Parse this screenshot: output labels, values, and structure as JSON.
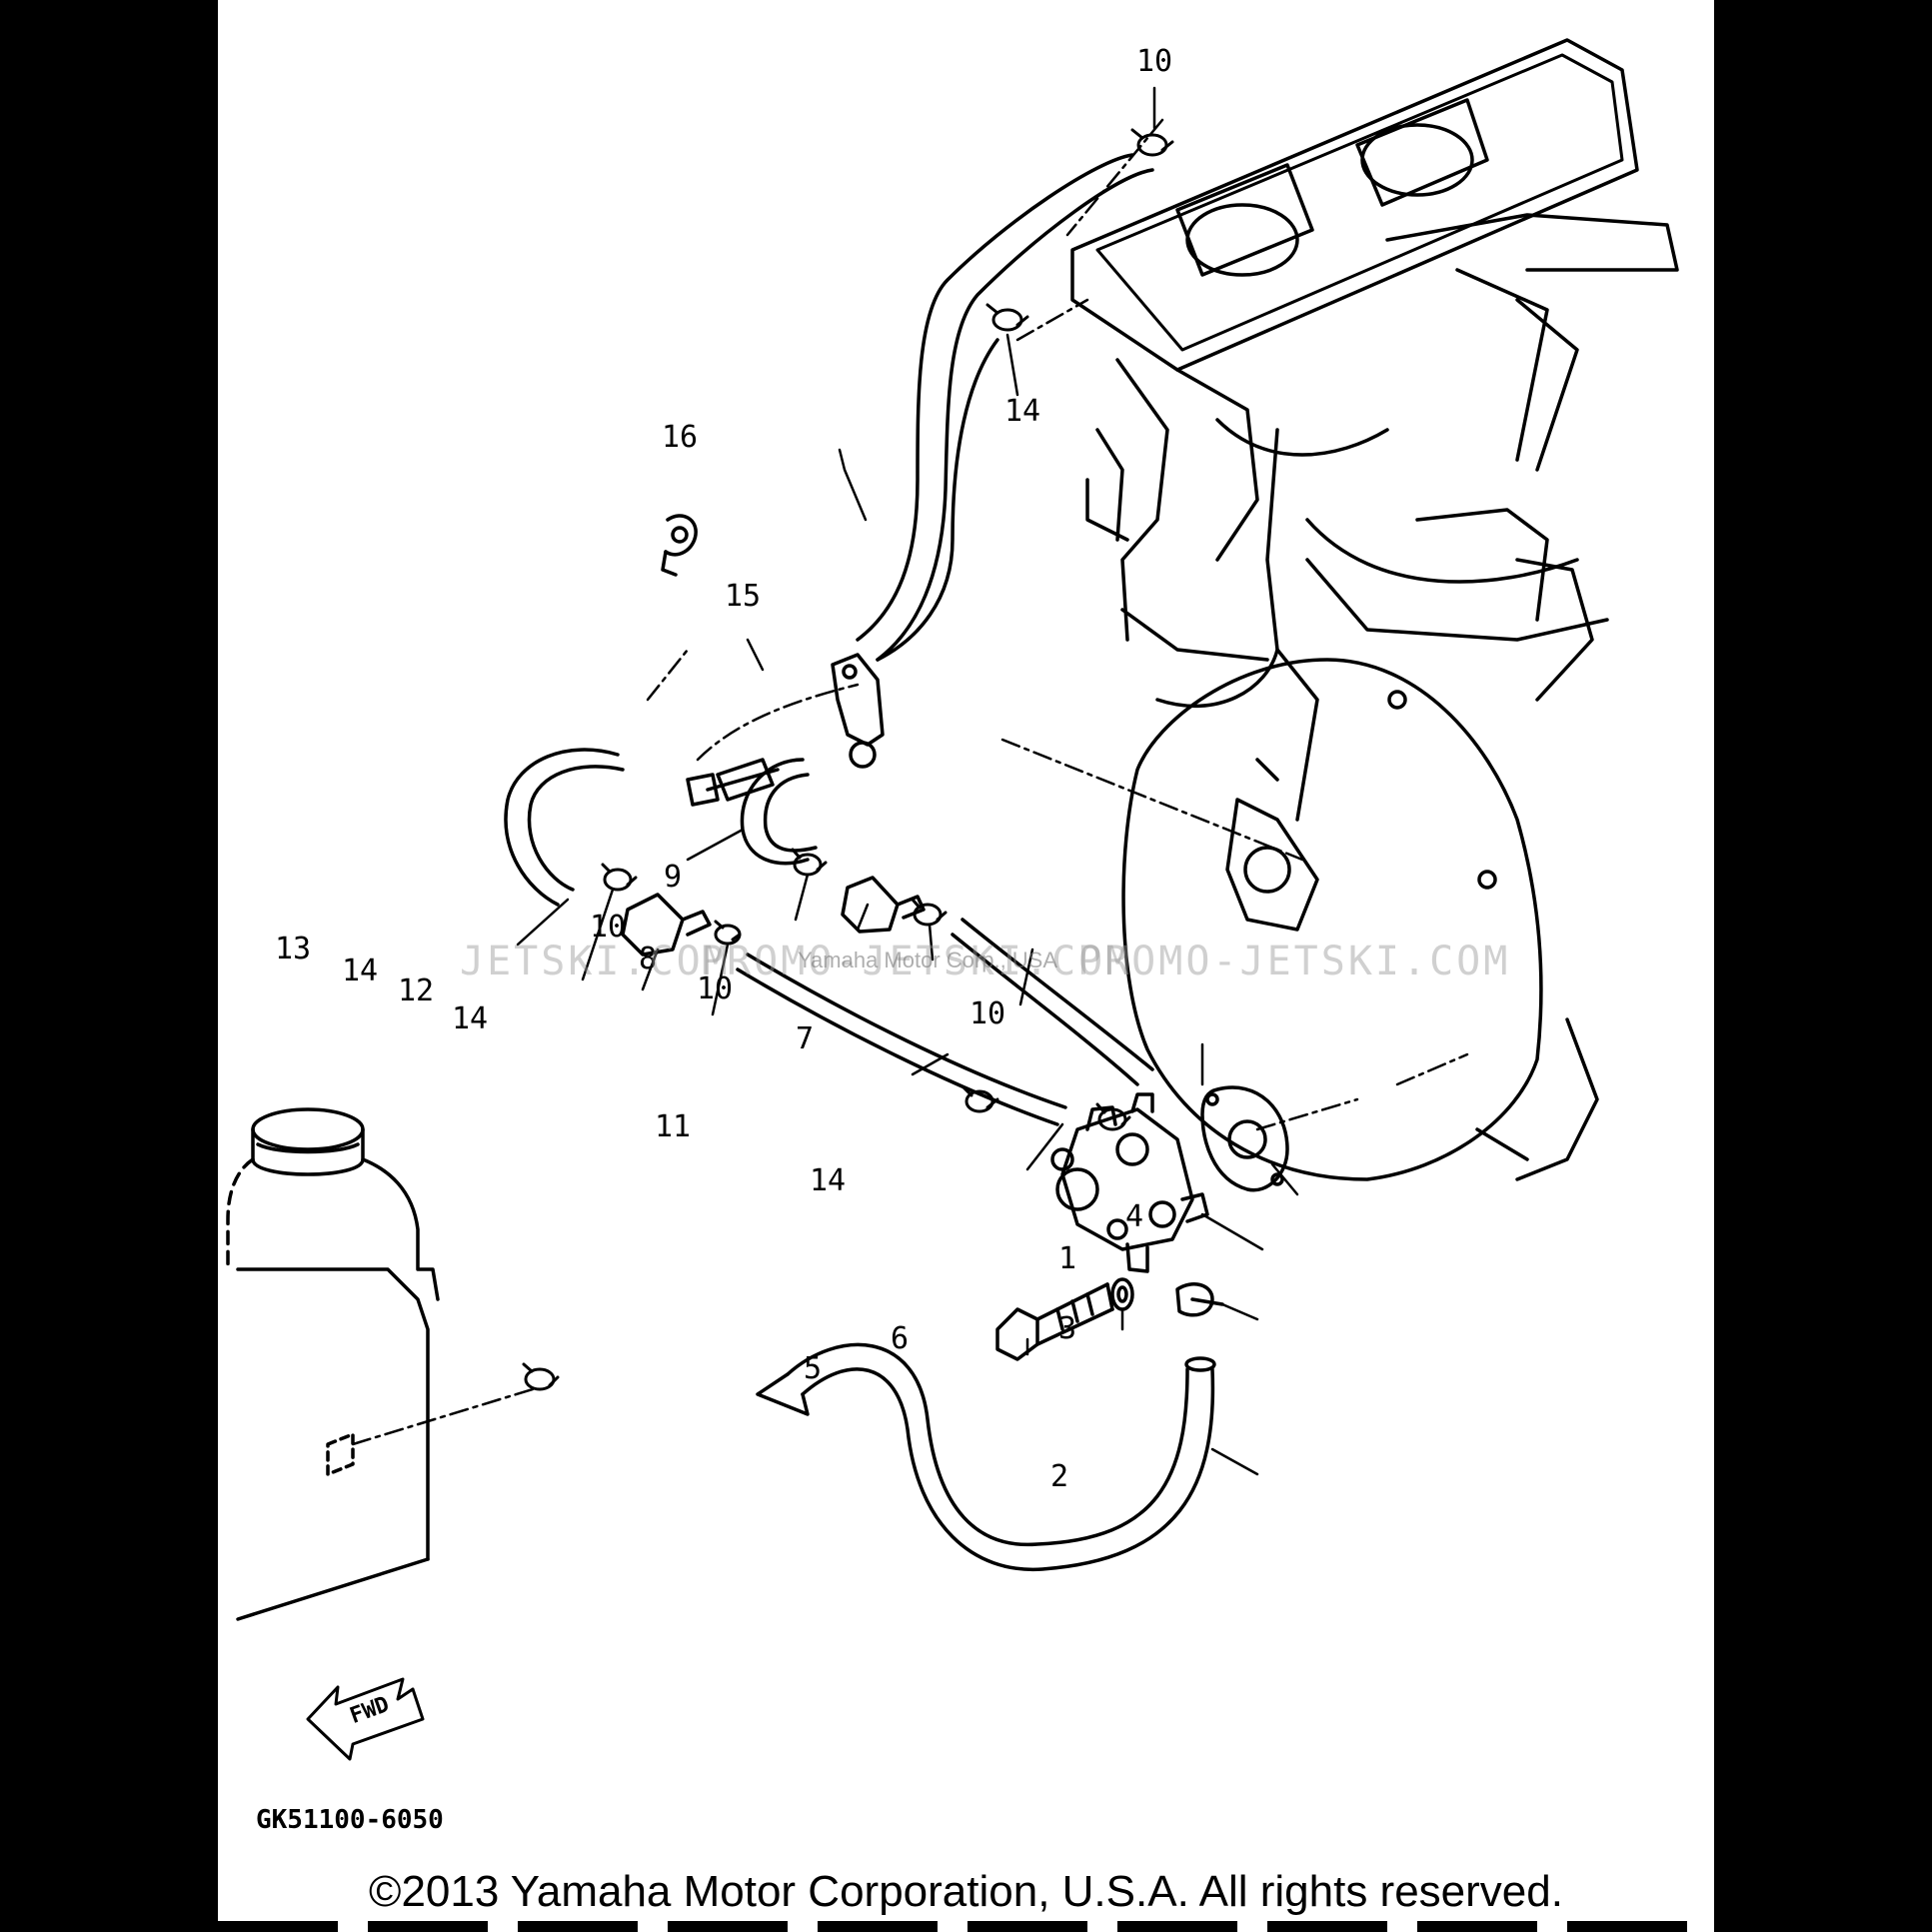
{
  "diagram": {
    "callouts": [
      {
        "id": "c10-top",
        "text": "10"
      },
      {
        "id": "c14-top",
        "text": "14"
      },
      {
        "id": "c16",
        "text": "16"
      },
      {
        "id": "c15",
        "text": "15"
      },
      {
        "id": "c9",
        "text": "9"
      },
      {
        "id": "c13",
        "text": "13"
      },
      {
        "id": "c14-left",
        "text": "14"
      },
      {
        "id": "c12",
        "text": "12"
      },
      {
        "id": "c14-mid",
        "text": "14"
      },
      {
        "id": "c10-left",
        "text": "10"
      },
      {
        "id": "c8",
        "text": "8"
      },
      {
        "id": "c10-mid",
        "text": "10"
      },
      {
        "id": "c7",
        "text": "7"
      },
      {
        "id": "c10-right",
        "text": "10"
      },
      {
        "id": "c11",
        "text": "11"
      },
      {
        "id": "c14-low",
        "text": "14"
      },
      {
        "id": "c4",
        "text": "4"
      },
      {
        "id": "c1",
        "text": "1"
      },
      {
        "id": "c3",
        "text": "3"
      },
      {
        "id": "c6",
        "text": "6"
      },
      {
        "id": "c5",
        "text": "5"
      },
      {
        "id": "c2",
        "text": "2"
      }
    ],
    "arrow_label": "FWD",
    "doc_code": "GK51100-6050"
  },
  "watermarks": {
    "left": "JETSKI.COM",
    "center": "PROMO-JETSKI.COM",
    "right": "PROMO-JETSKI.COM",
    "overlay": "Yamaha Motor Corp., USA"
  },
  "copyright": "©2013 Yamaha Motor Corporation, U.S.A. All rights reserved."
}
